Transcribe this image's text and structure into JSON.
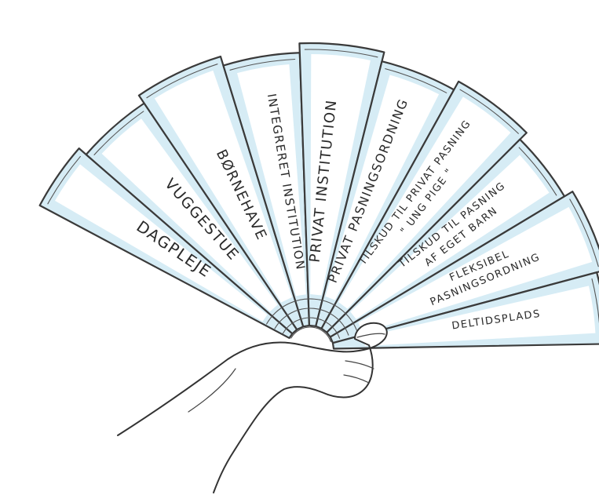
{
  "illustration": {
    "icon": "hand-holding-fan-illustration",
    "colors": {
      "blade_fill": "#d6ecf5",
      "outline": "#3a3a3a",
      "background": "#ffffff"
    },
    "blades": [
      {
        "lines": [
          "DAGPLEJE"
        ]
      },
      {
        "lines": [
          "VUGGESTUE"
        ]
      },
      {
        "lines": [
          "BØRNEHAVE"
        ]
      },
      {
        "lines": [
          "INTEGRERET INSTITUTION"
        ]
      },
      {
        "lines": [
          "PRIVAT INSTITUTION"
        ]
      },
      {
        "lines": [
          "PRIVAT PASNINGSORDNING"
        ]
      },
      {
        "lines": [
          "TILSKUD TIL PRIVAT PASNING",
          "\" UNG PIGE \""
        ]
      },
      {
        "lines": [
          "TILSKUD TIL PASNING",
          "AF EGET BARN"
        ]
      },
      {
        "lines": [
          "FLEKSIBEL",
          "PASNINGSORDNING"
        ]
      },
      {
        "lines": [
          "DELTIDSPLADS"
        ]
      }
    ]
  }
}
